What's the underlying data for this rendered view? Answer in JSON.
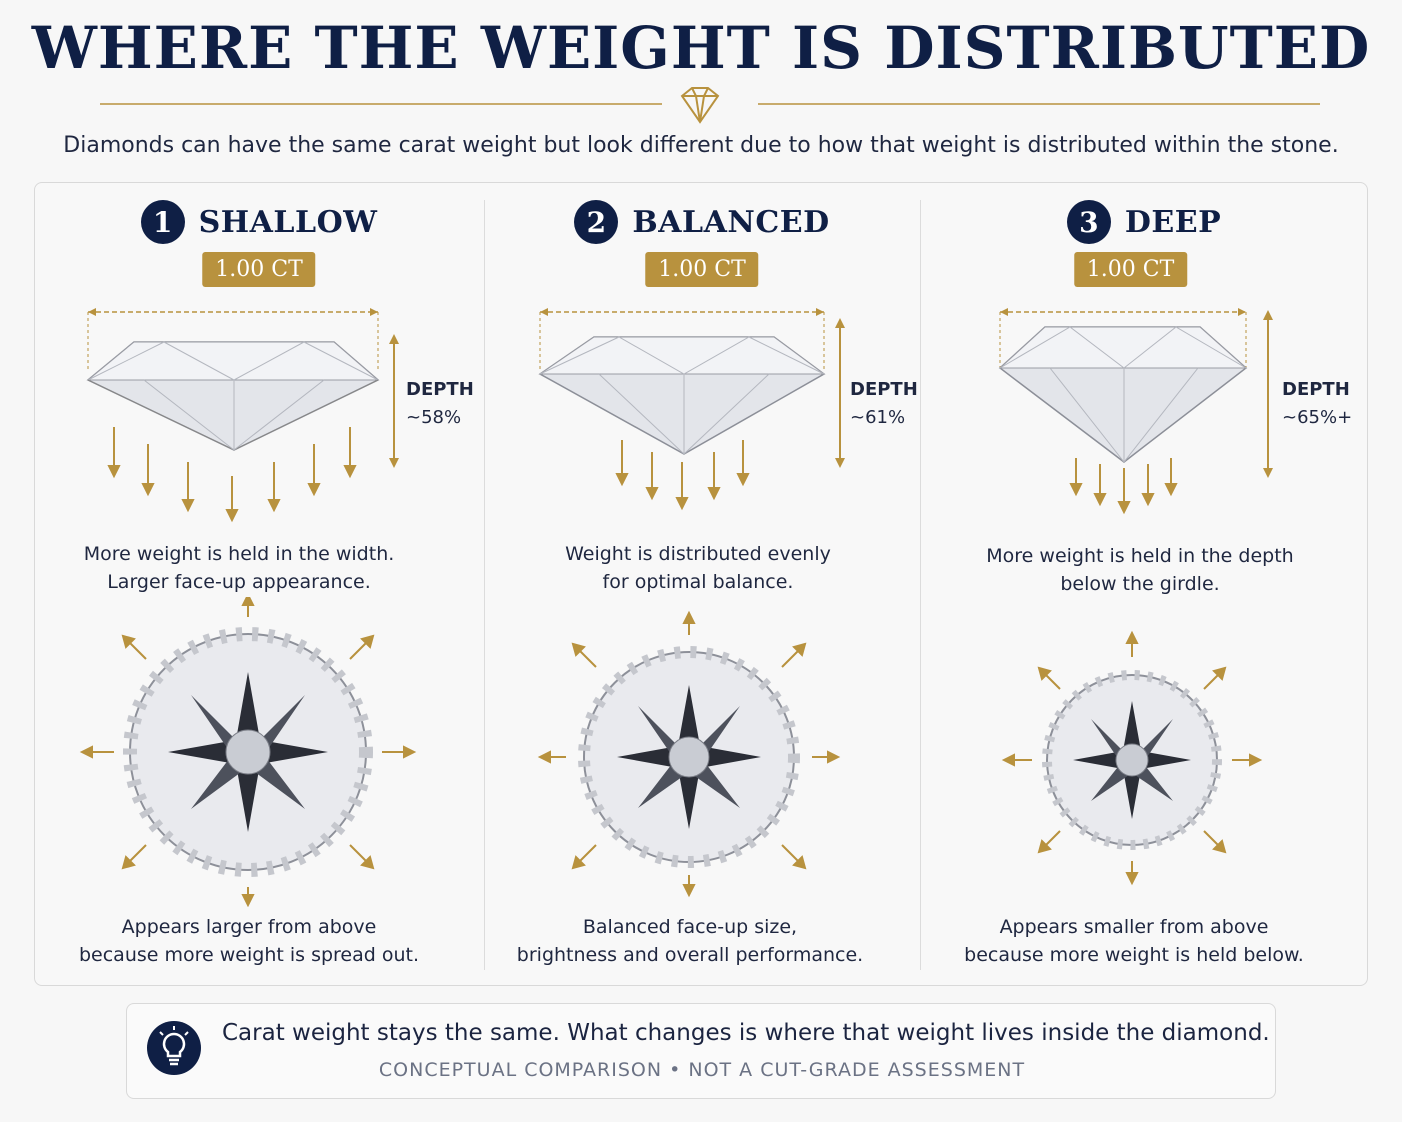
{
  "title": "WHERE THE  WEIGHT IS DISTRIBUTED",
  "subtitle": "Diamonds can have the same carat weight but look different due to how that weight is distributed within the stone.",
  "columns": [
    {
      "number": "1",
      "name": "SHALLOW",
      "carat": "1.00 CT",
      "depth_label": "DEPTH",
      "depth_value": "~58%",
      "side_line1": "More weight is held in the width.",
      "side_line2": "Larger face-up appearance.",
      "top_line1": "Appears larger from above",
      "top_line2": "because more weight is spread out."
    },
    {
      "number": "2",
      "name": "BALANCED",
      "carat": "1.00 CT",
      "depth_label": "DEPTH",
      "depth_value": "~61%",
      "side_line1": "Weight is distributed evenly",
      "side_line2": "for optimal balance.",
      "top_line1": "Balanced face-up size,",
      "top_line2": "brightness and overall performance."
    },
    {
      "number": "3",
      "name": "DEEP",
      "carat": "1.00 CT",
      "depth_label": "DEPTH",
      "depth_value": "~65%+",
      "side_line1": "More weight is held in the depth",
      "side_line2": "below the girdle.",
      "top_line1": "Appears smaller from above",
      "top_line2": "because more weight is held below."
    }
  ],
  "note": {
    "icon": "lightbulb-icon",
    "main": "Carat weight stays the same. What changes is where that weight lives inside the diamond.",
    "sub": "CONCEPTUAL COMPARISON • NOT A CUT-GRADE ASSESSMENT"
  },
  "colors": {
    "navy": "#0f1f45",
    "gold": "#b8923e",
    "background": "#f7f7f7"
  }
}
